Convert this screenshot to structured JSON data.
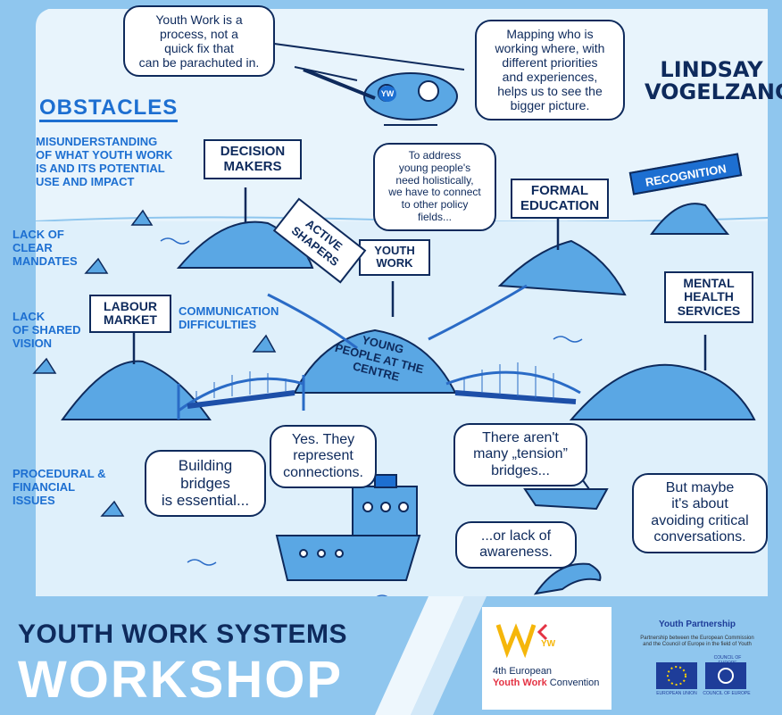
{
  "author": [
    "LINDSAY",
    "VOGELZANG"
  ],
  "heading": "OBSTACLES",
  "obstacles": [
    [
      "MISUNDERSTANDING",
      "OF WHAT YOUTH WORK",
      "IS AND ITS POTENTIAL",
      "USE AND IMPACT"
    ],
    [
      "LACK OF",
      "CLEAR",
      "MANDATES"
    ],
    [
      "LACK",
      "OF SHARED",
      "VISION"
    ],
    [
      "COMMUNICATION",
      "DIFFICULTIES"
    ],
    [
      "PROCEDURAL &",
      "FINANCIAL",
      "ISSUES"
    ]
  ],
  "bubbles": {
    "process": [
      "Youth Work is a",
      "process, not a",
      "quick fix that",
      "can be parachuted in."
    ],
    "mapping": [
      "Mapping who is",
      "working where, with",
      "different priorities",
      "and experiences,",
      "helps us to see the",
      "bigger picture."
    ],
    "holistic": [
      "To address",
      "young people's",
      "need holistically,",
      "we have to connect",
      "to other policy",
      "fields..."
    ],
    "building": [
      "Building",
      "bridges",
      "is essential..."
    ],
    "represent": [
      "Yes. They",
      "represent",
      "connections."
    ],
    "tension": [
      "There aren't",
      "many „tension”",
      "bridges..."
    ],
    "critical": [
      "But maybe",
      "it's about",
      "avoiding critical",
      "conversations."
    ],
    "awareness": [
      "...or lack of",
      "awareness."
    ]
  },
  "signs": {
    "decision": [
      "DECISION",
      "MAKERS"
    ],
    "formal": [
      "FORMAL",
      "EDUCATION"
    ],
    "recognition": "RECOGNITION",
    "youth_work": [
      "YOUTH",
      "WORK"
    ],
    "labour": [
      "LABOUR",
      "MARKET"
    ],
    "mental": [
      "MENTAL",
      "HEALTH",
      "SERVICES"
    ],
    "active": [
      "ACTIVE",
      "SHAPERS"
    ],
    "centre": [
      "YOUNG",
      "PEOPLE AT THE",
      "CENTRE"
    ]
  },
  "helicopter_badge": "YW",
  "footer": {
    "title_line1": "YOUTH WORK SYSTEMS",
    "title_line2": "WORKSHOP",
    "convention_logo": "YW",
    "convention": [
      "4th European",
      "Youth Work",
      "Convention"
    ],
    "partnership_title": "Youth Partnership",
    "partnership_sub": [
      "Partnership between the European Commission",
      "and the Council of Europe in the field of Youth"
    ],
    "eu_label": "EUROPEAN UNION",
    "coe_label": "COUNCIL OF EUROPE",
    "coe_header": "COUNCIL OF EUROPE"
  },
  "colors": {
    "navy": "#0e2a5c",
    "blue": "#1d6fd1",
    "sky": "#8fc6ee",
    "sea_light": "#dff0fb",
    "island": "#5aa7e4"
  }
}
